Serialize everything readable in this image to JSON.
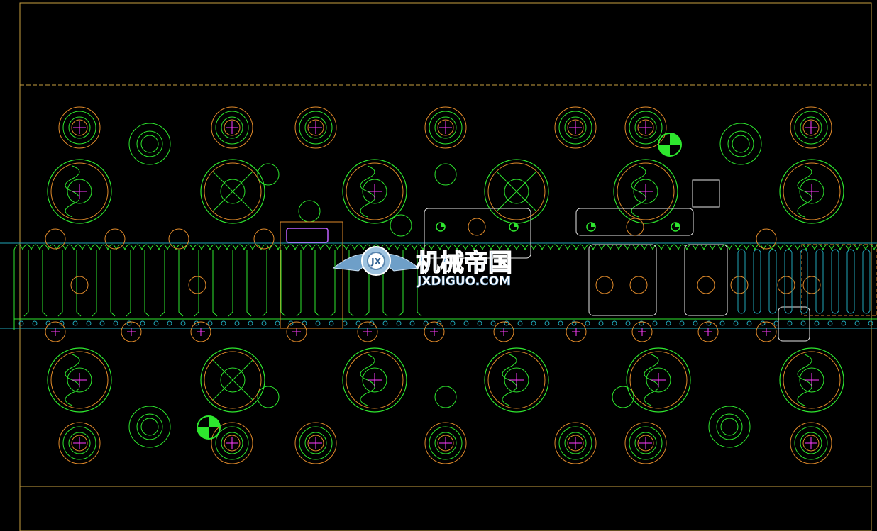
{
  "drawing": {
    "watermark_cn": "机械帝国",
    "watermark_en": "JXDIGUO.COM",
    "logo_letters": "JX"
  },
  "colors": {
    "background": "#000000",
    "frame": "#c8a040",
    "green": "#2ee62e",
    "orange": "#e08a2a",
    "cyan": "#1fa6b8",
    "magenta": "#ff3cff",
    "yellow": "#e6e61e",
    "white": "#e6e6e6",
    "purple": "#c060ff"
  }
}
